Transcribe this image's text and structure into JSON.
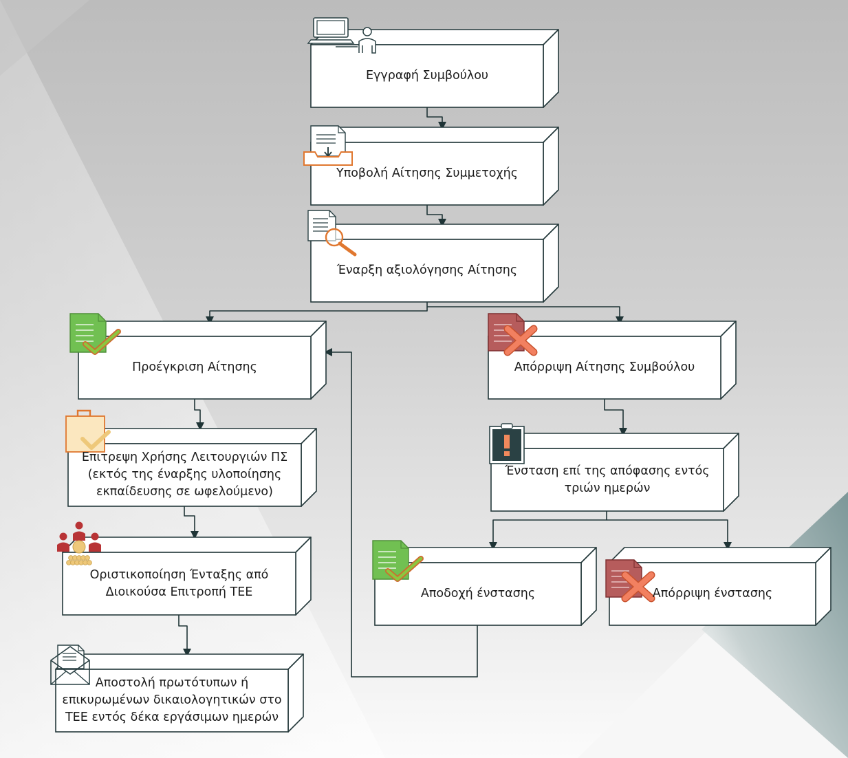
{
  "colors": {
    "background_gray": "#c2c2c2",
    "teal_corner": "#7f9a9b",
    "box_border": "#24393b",
    "accept_green": "#71c052",
    "reject_red": "#b65c5c",
    "cross_orange": "#f28060",
    "icon_orange": "#e0772f",
    "icon_dark": "#2a4144",
    "person_red": "#b83335",
    "gold": "#eec87a"
  },
  "nodes": [
    {
      "id": "register",
      "label": "Εγγραφή Συμβούλου",
      "icon": "computer-user-icon"
    },
    {
      "id": "submit",
      "label": "Υποβολή Αίτησης Συμμετοχής",
      "icon": "document-inbox-icon"
    },
    {
      "id": "evaluate",
      "label": "Έναρξη αξιολόγησης Αίτησης",
      "icon": "document-search-icon"
    },
    {
      "id": "preapprove",
      "label": "Προέγκριση Αίτησης",
      "icon": "document-approved-icon"
    },
    {
      "id": "reject",
      "label": "Απόρριψη Αίτησης Συμβούλου",
      "icon": "document-rejected-icon"
    },
    {
      "id": "allow",
      "label": "Επιτρεψη Χρήσης Λειτουργιών ΠΣ\n(εκτός της έναρξης υλοποίησης\nεκπαίδευσης σε ωφελούμενο)",
      "icon": "bag-check-icon"
    },
    {
      "id": "objection",
      "label": "Ένσταση επί της απόφασης εντός\nτριών ημερών",
      "icon": "clipboard-alert-icon"
    },
    {
      "id": "finalize",
      "label": "Οριστικοποίηση Ένταξης από\nΔιοικούσα Επιτροπή ΤΕΕ",
      "icon": "committee-icon"
    },
    {
      "id": "obj_accept",
      "label": "Αποδοχή ένστασης",
      "icon": "document-approved-icon"
    },
    {
      "id": "obj_reject",
      "label": "Απόρριψη ένστασης",
      "icon": "document-rejected-icon"
    },
    {
      "id": "send",
      "label": "Αποστολή πρωτότυπων ή\nεπικυρωμένων δικαιολογητικών στο\nΤΕΕ εντός δέκα εργάσιμων ημερών",
      "icon": "envelope-document-icon"
    }
  ],
  "edges": [
    {
      "from": "register",
      "to": "submit"
    },
    {
      "from": "submit",
      "to": "evaluate"
    },
    {
      "from": "evaluate",
      "to": "preapprove"
    },
    {
      "from": "evaluate",
      "to": "reject"
    },
    {
      "from": "preapprove",
      "to": "allow"
    },
    {
      "from": "allow",
      "to": "finalize"
    },
    {
      "from": "finalize",
      "to": "send"
    },
    {
      "from": "reject",
      "to": "objection"
    },
    {
      "from": "objection",
      "to": "obj_accept"
    },
    {
      "from": "objection",
      "to": "obj_reject"
    },
    {
      "from": "obj_accept",
      "to": "preapprove"
    }
  ]
}
